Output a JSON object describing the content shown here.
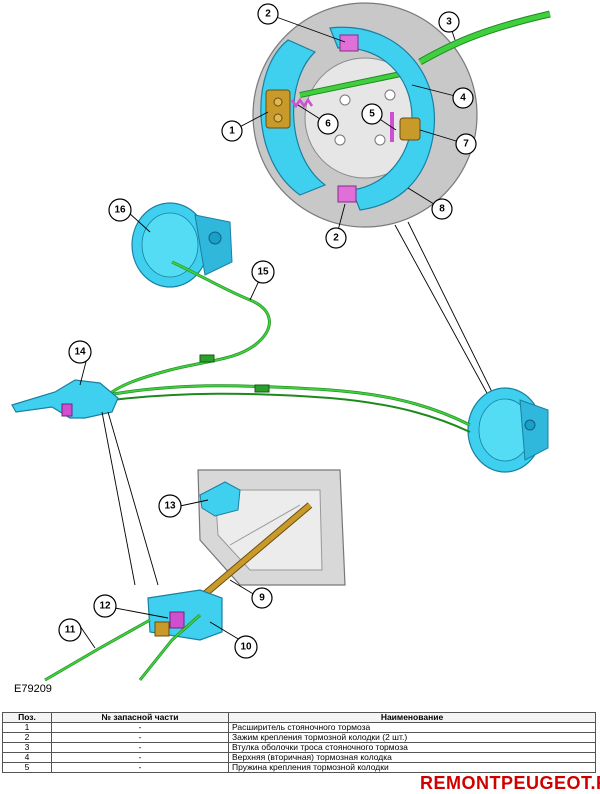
{
  "figure_id": "E79209",
  "colors": {
    "component": "#3fd0f0",
    "component_dark": "#1aa0c8",
    "cable": "#3fcf3f",
    "cable_dark": "#1e8a1e",
    "spring": "#d04fd0",
    "brass": "#c89a2a",
    "backplate": "#b4b4b4"
  },
  "callouts": [
    "1",
    "2",
    "3",
    "4",
    "5",
    "6",
    "7",
    "8",
    "2",
    "9",
    "10",
    "11",
    "12",
    "13",
    "14",
    "15",
    "16"
  ],
  "table": {
    "headers": [
      "Поз.",
      "№ запасной части",
      "Наименование"
    ],
    "rows": [
      {
        "pos": "1",
        "part": "-",
        "name": "Расширитель стояночного тормоза"
      },
      {
        "pos": "2",
        "part": "-",
        "name": "Зажим крепления тормозной колодки (2 шт.)"
      },
      {
        "pos": "3",
        "part": "-",
        "name": "Втулка оболочки троса стояночного тормоза"
      },
      {
        "pos": "4",
        "part": "-",
        "name": "Верхняя (вторичная) тормозная колодка"
      },
      {
        "pos": "5",
        "part": "-",
        "name": "Пружина крепления тормозной колодки"
      }
    ]
  },
  "watermark": "REMONTPEUGEOT.RU"
}
